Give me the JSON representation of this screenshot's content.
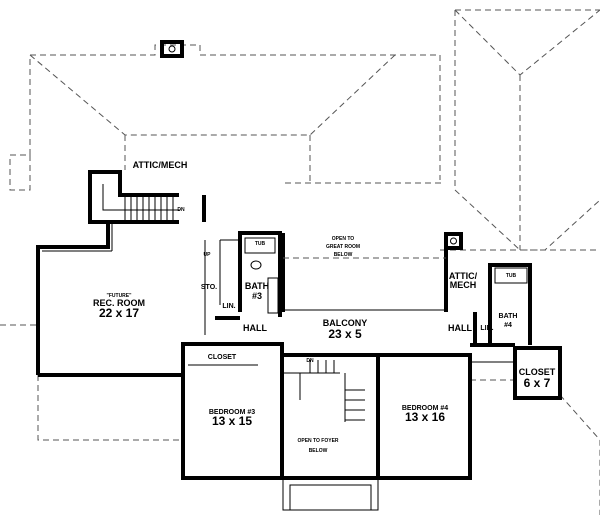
{
  "rooms": {
    "attic_mech_left": "ATTIC/MECH",
    "rec_room_note": "\"FUTURE\"",
    "rec_room": "REC. ROOM",
    "rec_room_size": "22 x 17",
    "sto": "STO.",
    "bath3": "BATH",
    "bath3_num": "#3",
    "lin_left": "LIN.",
    "hall_left": "HALL",
    "closet_bed3": "CLOSET",
    "bedroom3": "BEDROOM #3",
    "bedroom3_size": "13 x 15",
    "open_great_1": "OPEN TO",
    "open_great_2": "GREAT ROOM",
    "open_great_3": "BELOW",
    "balcony": "BALCONY",
    "balcony_size": "23 x 5",
    "open_foyer_1": "OPEN TO FOYER",
    "open_foyer_2": "BELOW",
    "attic_mech_right_1": "ATTIC/",
    "attic_mech_right_2": "MECH",
    "hall_right": "HALL",
    "lin_right": "LIN.",
    "bath4": "BATH",
    "bath4_num": "#4",
    "closet_right": "CLOSET",
    "closet_right_size": "6 x 7",
    "bedroom4": "BEDROOM #4",
    "bedroom4_size": "13 x 16",
    "tub": "TUB",
    "dn": "DN",
    "up": "UP"
  }
}
